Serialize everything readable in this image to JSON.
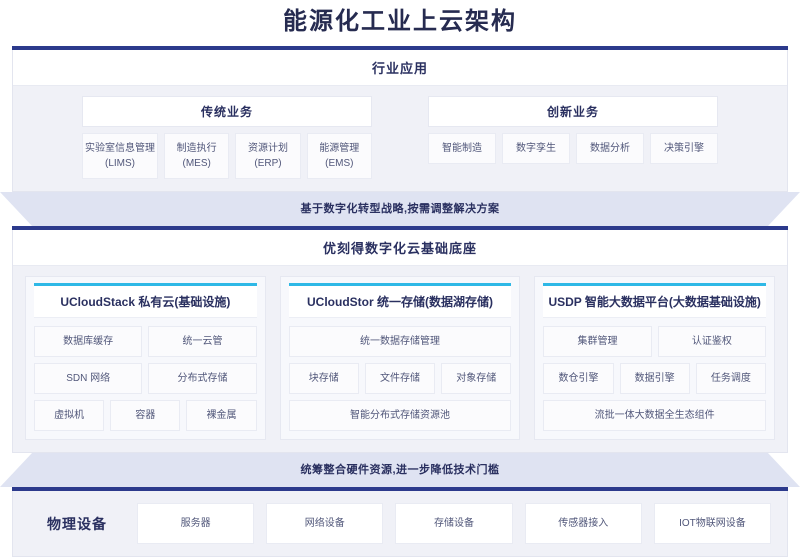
{
  "title": "能源化工业上云架构",
  "sections": {
    "industry": {
      "header": "行业应用",
      "groups": [
        {
          "title": "传统业务",
          "tiles": [
            {
              "main": "实验室信息管理",
              "sub": "(LIMS)"
            },
            {
              "main": "制造执行",
              "sub": "(MES)"
            },
            {
              "main": "资源计划",
              "sub": "(ERP)"
            },
            {
              "main": "能源管理",
              "sub": "(EMS)"
            }
          ]
        },
        {
          "title": "创新业务",
          "tiles": [
            {
              "main": "智能制造",
              "sub": ""
            },
            {
              "main": "数字孪生",
              "sub": ""
            },
            {
              "main": "数据分析",
              "sub": ""
            },
            {
              "main": "决策引擎",
              "sub": ""
            }
          ]
        }
      ]
    },
    "connector_top": "基于数字化转型战略,按需调整解决方案",
    "platform": {
      "header": "优刻得数字化云基础底座",
      "columns": [
        {
          "title": "UCloudStack 私有云(基础设施)",
          "rows": [
            [
              "数据库缓存",
              "统一云管"
            ],
            [
              "SDN 网络",
              "分布式存储"
            ],
            [
              "虚拟机",
              "容器",
              "裸金属"
            ]
          ]
        },
        {
          "title": "UCloudStor 统一存储(数据湖存储)",
          "rows": [
            [
              "统一数据存储管理"
            ],
            [
              "块存储",
              "文件存储",
              "对象存储"
            ],
            [
              "智能分布式存储资源池"
            ]
          ]
        },
        {
          "title": "USDP 智能大数据平台(大数据基础设施)",
          "rows": [
            [
              "集群管理",
              "认证鉴权"
            ],
            [
              "数仓引擎",
              "数据引擎",
              "任务调度"
            ],
            [
              "流批一体大数据全生态组件"
            ]
          ]
        }
      ]
    },
    "connector_bottom": "统筹整合硬件资源,进一步降低技术门槛",
    "devices": {
      "label": "物理设备",
      "tiles": [
        "服务器",
        "网络设备",
        "存储设备",
        "传感器接入",
        "IOT物联网设备"
      ]
    }
  },
  "colors": {
    "navy_bar": "#2c3a8c",
    "cyan_bar": "#2eb8e6",
    "panel_bg": "#f0f1f7",
    "connector": "#dfe3f2",
    "title_text": "#262b50"
  }
}
